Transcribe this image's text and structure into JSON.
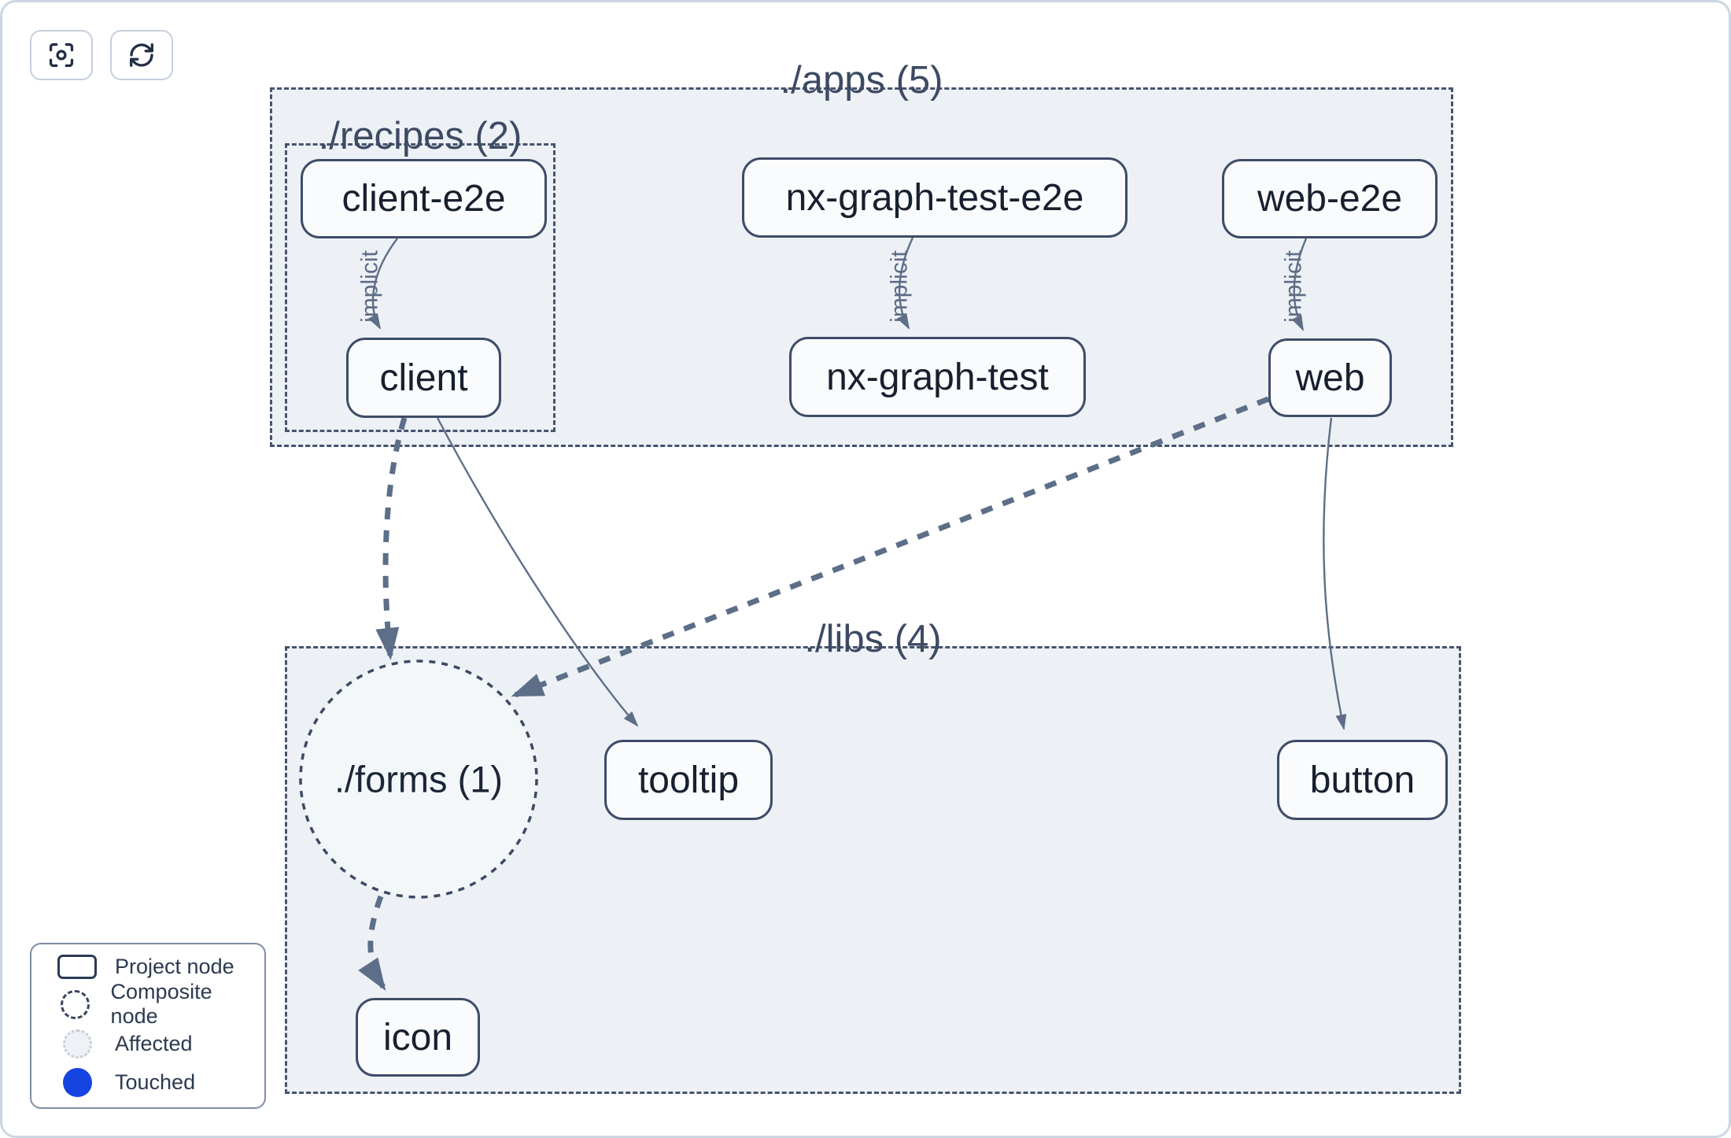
{
  "toolbar": {
    "buttons": [
      {
        "icon": "focus-icon"
      },
      {
        "icon": "refresh-icon"
      }
    ]
  },
  "graph": {
    "groups": {
      "apps": {
        "label": "./apps (5)"
      },
      "recipes": {
        "label": "./recipes (2)"
      },
      "libs": {
        "label": "./libs (4)"
      }
    },
    "composite_nodes": [
      {
        "id": "forms",
        "label": "./forms (1)"
      }
    ],
    "nodes": [
      {
        "id": "client-e2e",
        "label": "client-e2e"
      },
      {
        "id": "client",
        "label": "client"
      },
      {
        "id": "nx-graph-test-e2e",
        "label": "nx-graph-test-e2e"
      },
      {
        "id": "nx-graph-test",
        "label": "nx-graph-test"
      },
      {
        "id": "web-e2e",
        "label": "web-e2e"
      },
      {
        "id": "web",
        "label": "web"
      },
      {
        "id": "tooltip",
        "label": "tooltip"
      },
      {
        "id": "button",
        "label": "button"
      },
      {
        "id": "icon",
        "label": "icon"
      }
    ],
    "edges": [
      {
        "from": "client-e2e",
        "to": "client",
        "type": "implicit",
        "label": "implicit"
      },
      {
        "from": "nx-graph-test-e2e",
        "to": "nx-graph-test",
        "type": "implicit",
        "label": "implicit"
      },
      {
        "from": "web-e2e",
        "to": "web",
        "type": "implicit",
        "label": "implicit"
      },
      {
        "from": "client",
        "to": "forms",
        "type": "composite",
        "label": ""
      },
      {
        "from": "client",
        "to": "tooltip",
        "type": "static",
        "label": ""
      },
      {
        "from": "web",
        "to": "forms",
        "type": "composite",
        "label": ""
      },
      {
        "from": "web",
        "to": "button",
        "type": "static",
        "label": ""
      },
      {
        "from": "forms",
        "to": "icon",
        "type": "composite",
        "label": ""
      }
    ]
  },
  "legend": {
    "items": [
      {
        "swatch": "project-node-swatch",
        "label": "Project node"
      },
      {
        "swatch": "composite-node-swatch",
        "label": "Composite node"
      },
      {
        "swatch": "affected-swatch",
        "label": "Affected"
      },
      {
        "swatch": "touched-swatch",
        "label": "Touched"
      }
    ]
  },
  "colors": {
    "touched_blue": "#1544e0",
    "container_fill": "#edf1f6",
    "node_fill": "#fafbfd",
    "node_border": "#3e4c68",
    "edge": "#5e6e88",
    "group_label": "#3d4a63",
    "node_text": "#18202f"
  }
}
